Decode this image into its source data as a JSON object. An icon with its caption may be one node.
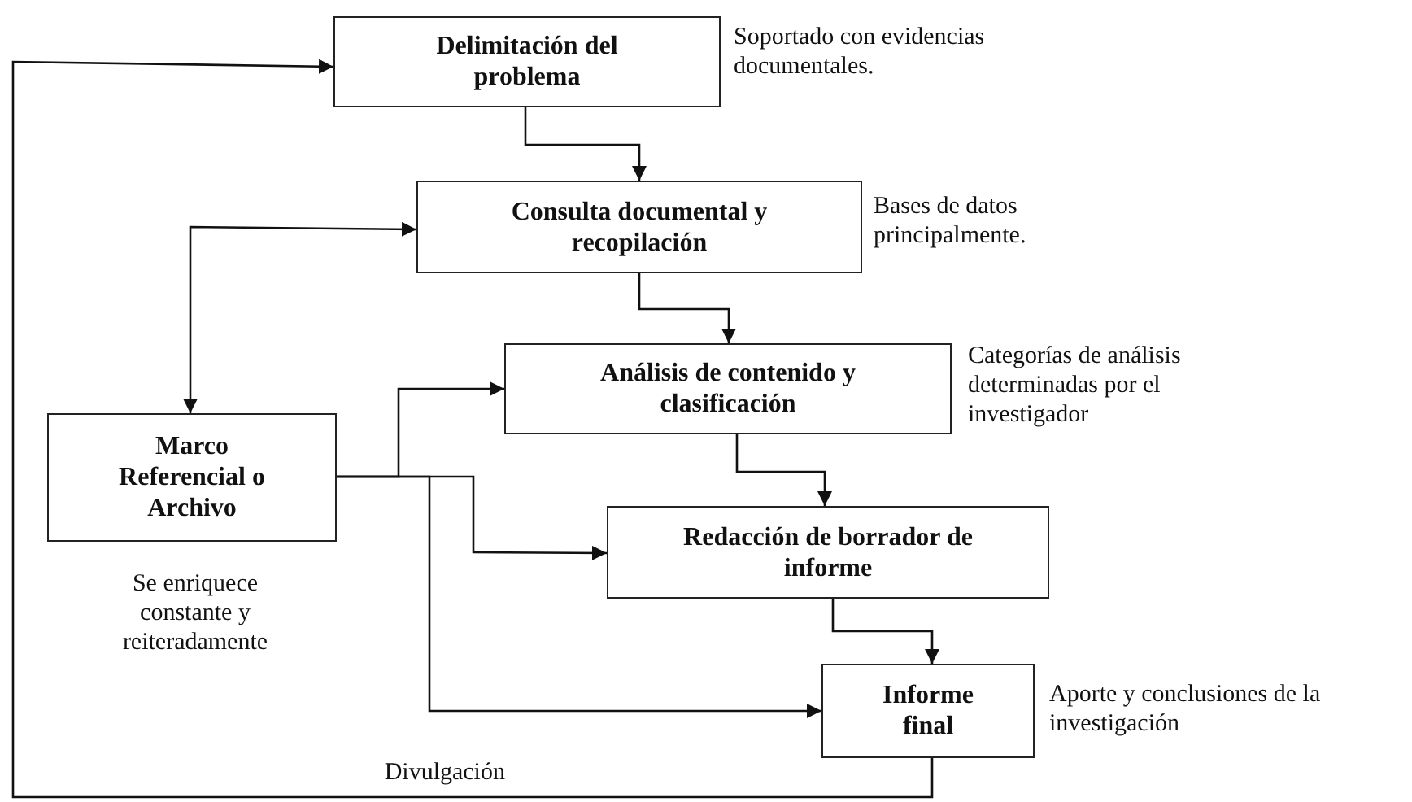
{
  "diagram": {
    "nodes": [
      {
        "text": [
          "Delimitación del problema"
        ],
        "beside": [
          "Soportado con evidencias documentales."
        ]
      },
      {
        "text": [
          "Consulta documental  y recopilación"
        ],
        "beside": [
          "Bases de datos principalmente."
        ]
      },
      {
        "text": [
          "Análisis de contenido y clasificación"
        ],
        "beside": [
          "Categorías de análisis determinadas por el investigador"
        ]
      },
      {
        "text": [
          "Marco Referencial o Archivo"
        ],
        "beside": [
          "Se enriquece constante y reiteradamente"
        ]
      },
      {
        "text": [
          "Redacción de borrador de informe"
        ]
      },
      {
        "text": [
          "Informe final"
        ],
        "beside": [
          "Aporte y conclusiones de la investigación"
        ]
      }
    ],
    "edges": [
      {
        "from": 0,
        "to": 1,
        "arrow": "to"
      },
      {
        "from": 1,
        "to": 2,
        "arrow": "to"
      },
      {
        "from": 2,
        "to": 4,
        "arrow": "to"
      },
      {
        "from": 4,
        "to": 5,
        "arrow": "to"
      },
      {
        "from": 3,
        "to": 1,
        "arrow": "both"
      },
      {
        "from": 3,
        "to": 2,
        "arrow": "to"
      },
      {
        "from": 3,
        "to": 4,
        "arrow": "to"
      },
      {
        "from": 3,
        "to": 5,
        "arrow": "to"
      },
      {
        "from": 5,
        "to": 0,
        "arrow": "to",
        "label": "Divulgación"
      }
    ]
  }
}
